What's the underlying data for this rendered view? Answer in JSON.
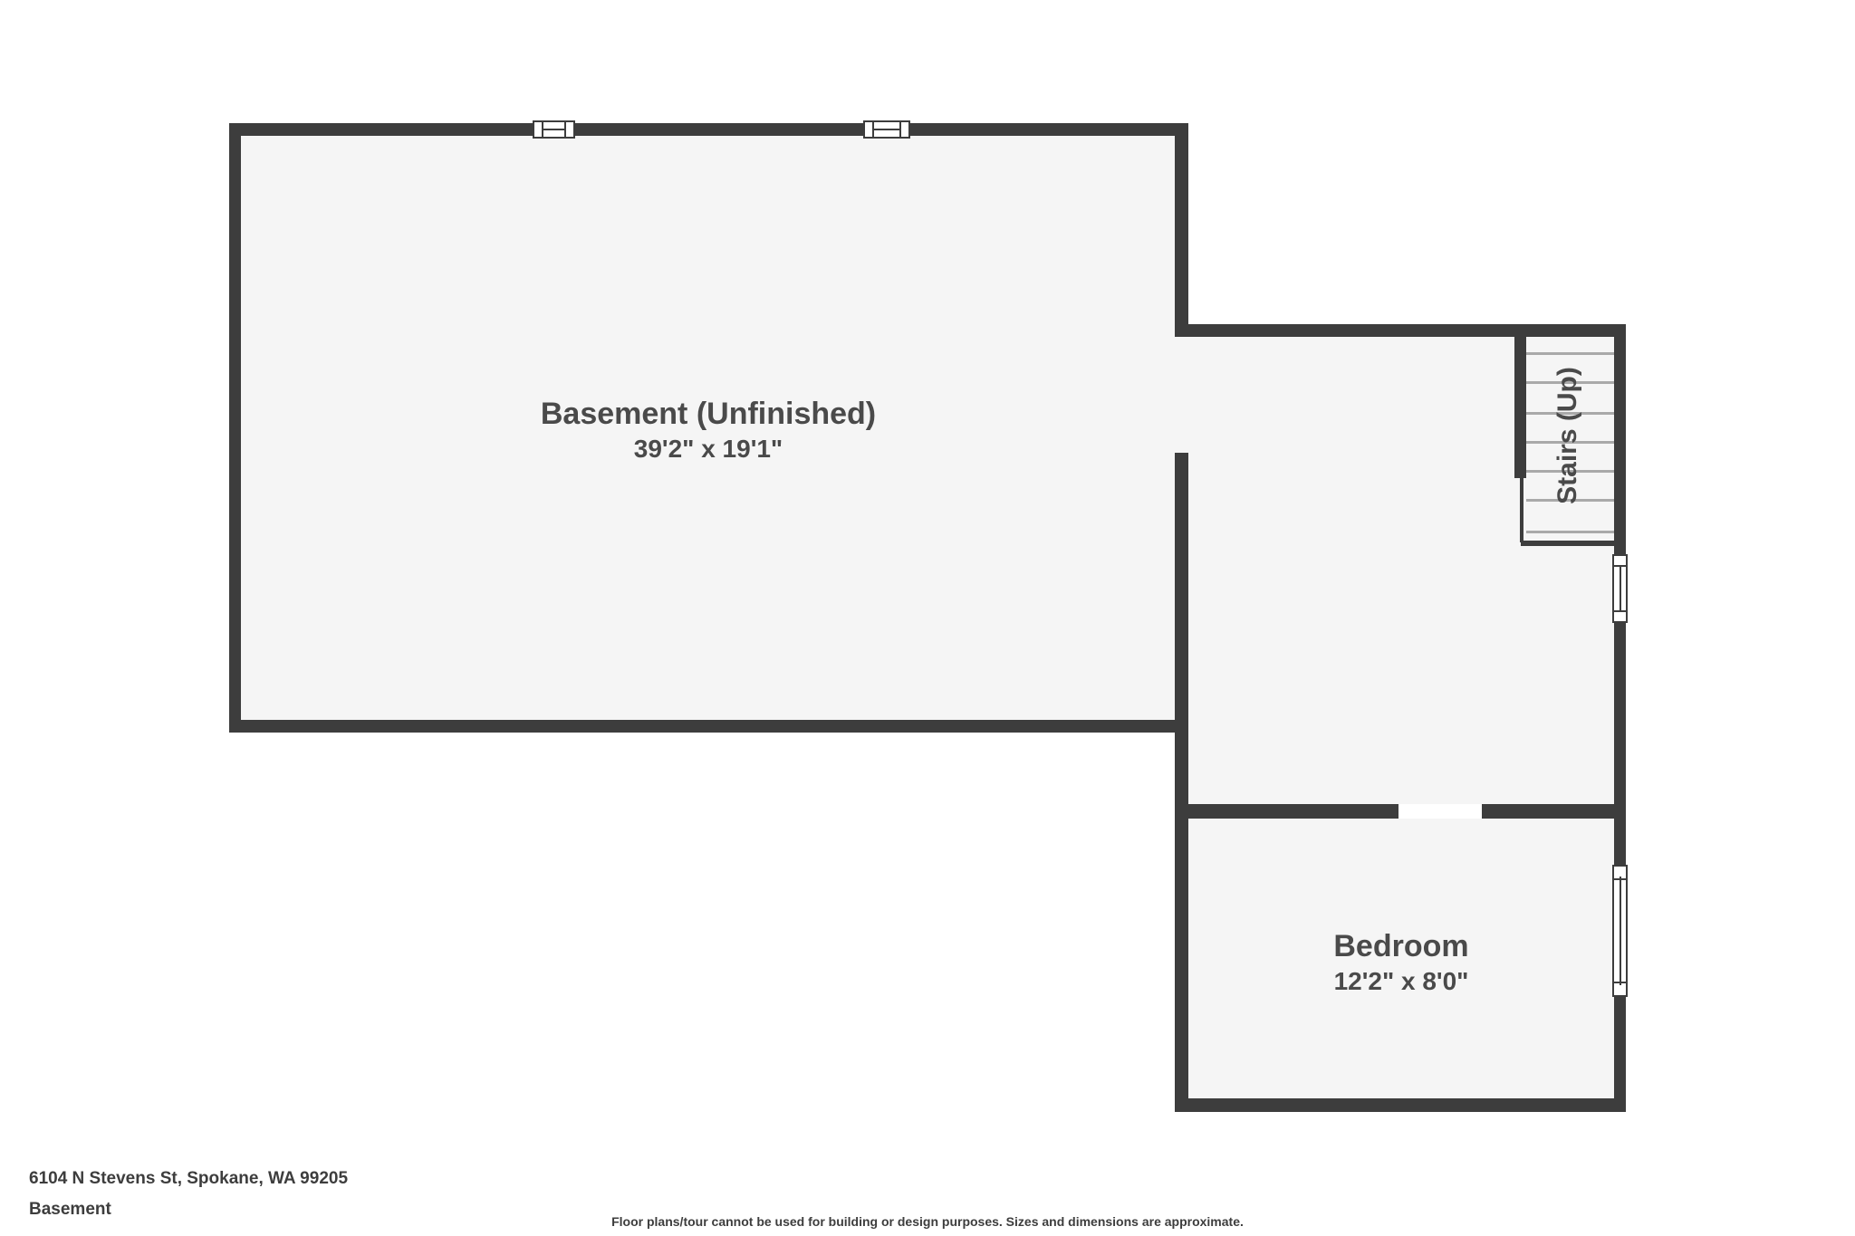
{
  "colors": {
    "wall": "#3d3d3d",
    "room-fill": "#f5f5f5",
    "tread": "#a9a9a9",
    "label-text": "#4a4a4a",
    "footer-text": "#3d3d3d"
  },
  "rooms": {
    "basement": {
      "label": "Basement (Unfinished)",
      "dimensions": "39'2\" x 19'1\""
    },
    "bedroom": {
      "label": "Bedroom",
      "dimensions": "12'2\" x 8'0\""
    },
    "stairs": {
      "label": "Stairs (Up)"
    }
  },
  "footer": {
    "address": "6104 N Stevens St, Spokane, WA 99205",
    "floor_label": "Basement",
    "disclaimer": "Floor plans/tour cannot be used for building or design purposes. Sizes and dimensions are approximate."
  }
}
